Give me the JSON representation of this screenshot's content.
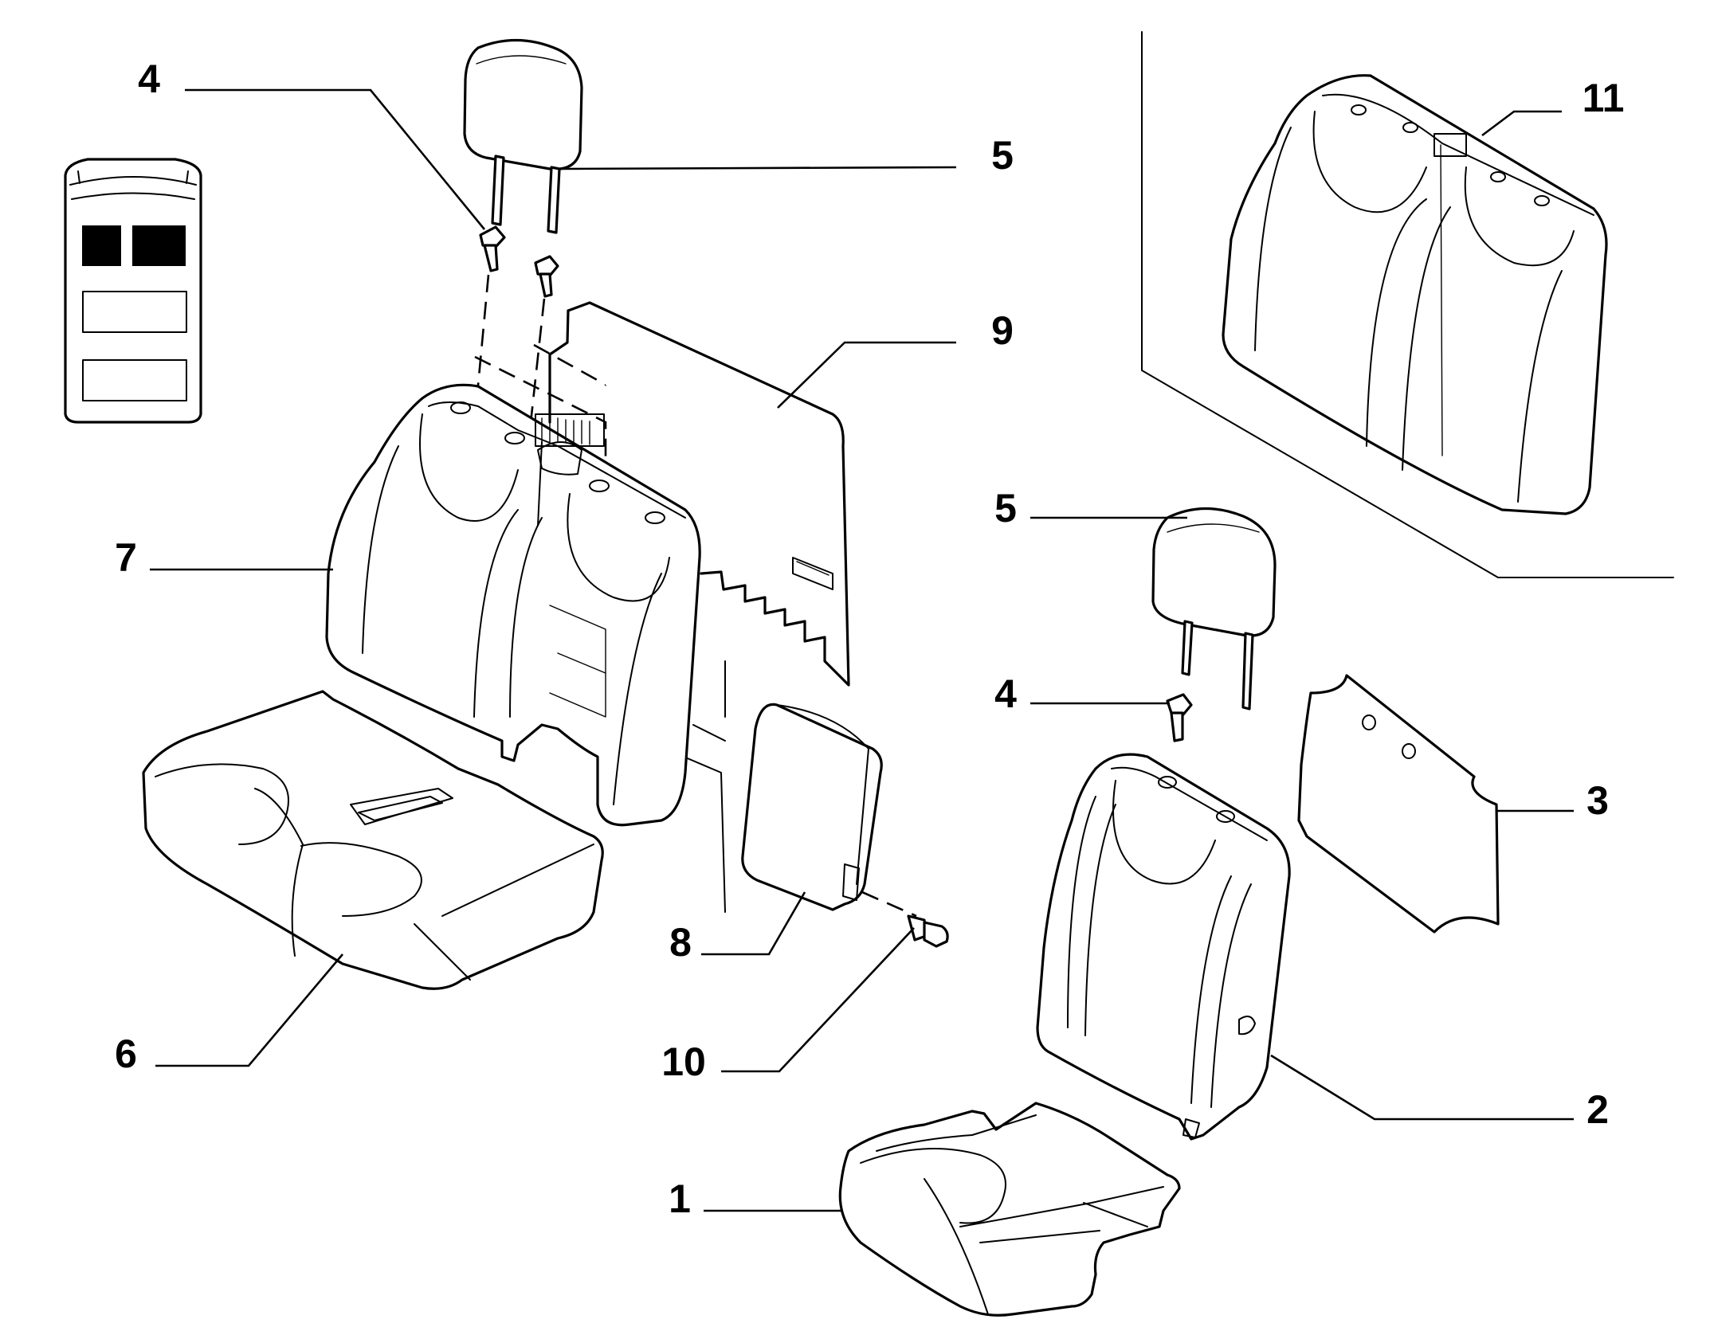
{
  "callouts": {
    "c1": "1",
    "c2": "2",
    "c3": "3",
    "c4a": "4",
    "c4b": "4",
    "c5a": "5",
    "c5b": "5",
    "c6": "6",
    "c7": "7",
    "c8": "8",
    "c9": "9",
    "c10": "10",
    "c11": "11"
  },
  "colors": {
    "line": "#000000",
    "background": "#ffffff"
  }
}
